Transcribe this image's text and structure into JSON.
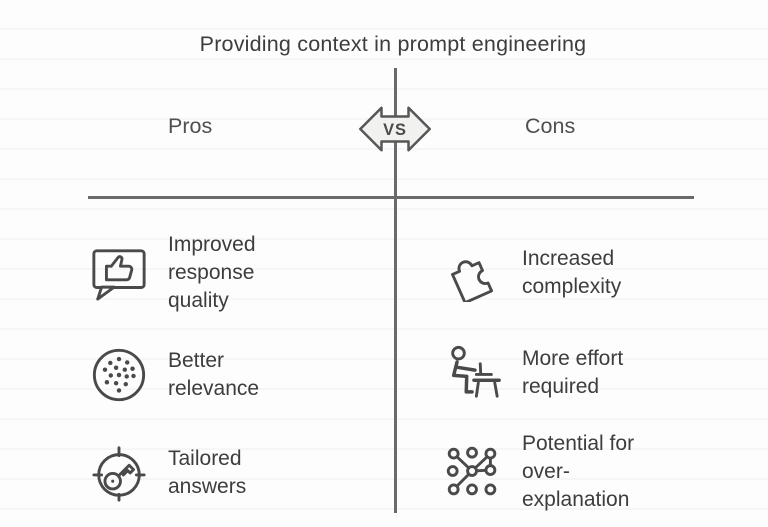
{
  "title": "Providing context in prompt engineering",
  "vs_badge": {
    "label": "VS"
  },
  "pros_column": {
    "label": "Pros",
    "items": [
      {
        "icon": "thumbs-up-speech-bubble-icon",
        "label": "Improved\nresponse\nquality"
      },
      {
        "icon": "dotted-sphere-icon",
        "label": "Better\nrelevance"
      },
      {
        "icon": "target-key-icon",
        "label": "Tailored\nanswers"
      }
    ]
  },
  "cons_column": {
    "label": "Cons",
    "items": [
      {
        "icon": "puzzle-piece-icon",
        "label": "Increased\ncomplexity"
      },
      {
        "icon": "person-at-desk-icon",
        "label": "More effort\nrequired"
      },
      {
        "icon": "network-nodes-icon",
        "label": "Potential for\nover-\nexplanation"
      }
    ]
  },
  "colors": {
    "text": "#3d3d3d",
    "divider_line": "#6a6a6a",
    "icon_stroke": "#4a4a4a",
    "badge_fill": "#f1f1ef",
    "badge_border": "#575757",
    "background": "#fdfdfd"
  }
}
